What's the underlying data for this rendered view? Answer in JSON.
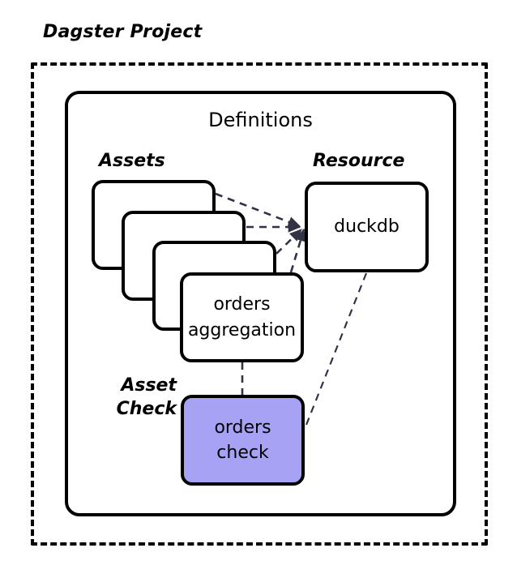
{
  "diagram": {
    "type": "architecture-block-diagram",
    "title": "Dagster Project",
    "background_color": "#ffffff",
    "outline_color": "#000000",
    "accent_color": "#A8A2F5",
    "connector_color": "#323246"
  },
  "project": {
    "label": "Dagster Project",
    "border_style": "dashed"
  },
  "definitions": {
    "label": "Definitions",
    "border_style": "solid"
  },
  "groups": {
    "assets_label": "Assets",
    "resource_label": "Resource",
    "asset_check_label_line1": "Asset",
    "asset_check_label_line2": "Check"
  },
  "nodes": {
    "assets": [
      {
        "id": "asset-card-1",
        "label": "",
        "kind": "asset",
        "fill": "#ffffff"
      },
      {
        "id": "asset-card-2",
        "label": "",
        "kind": "asset",
        "fill": "#ffffff"
      },
      {
        "id": "asset-card-3",
        "label": "",
        "kind": "asset",
        "fill": "#ffffff"
      },
      {
        "id": "asset-card-4",
        "label_line1": "orders",
        "label_line2": "aggregation",
        "kind": "asset",
        "fill": "#ffffff"
      }
    ],
    "resource": {
      "id": "resource-duckdb",
      "label": "duckdb",
      "kind": "resource",
      "fill": "#ffffff"
    },
    "asset_check": {
      "id": "asset-check-orders",
      "label_line1": "orders",
      "label_line2": "check",
      "kind": "asset-check",
      "fill": "#A8A2F5"
    }
  },
  "edges": [
    {
      "from": "asset-card-1",
      "to": "resource-duckdb",
      "style": "dashed",
      "arrow": true
    },
    {
      "from": "asset-card-2",
      "to": "resource-duckdb",
      "style": "dashed",
      "arrow": true
    },
    {
      "from": "asset-card-3",
      "to": "resource-duckdb",
      "style": "dashed",
      "arrow": true
    },
    {
      "from": "asset-card-4",
      "to": "resource-duckdb",
      "style": "dashed",
      "arrow": true
    },
    {
      "from": "asset-card-4",
      "to": "asset-check-orders",
      "style": "dashed",
      "arrow": false
    },
    {
      "from": "resource-duckdb",
      "to": "asset-check-orders",
      "style": "dashed",
      "arrow": false
    }
  ]
}
